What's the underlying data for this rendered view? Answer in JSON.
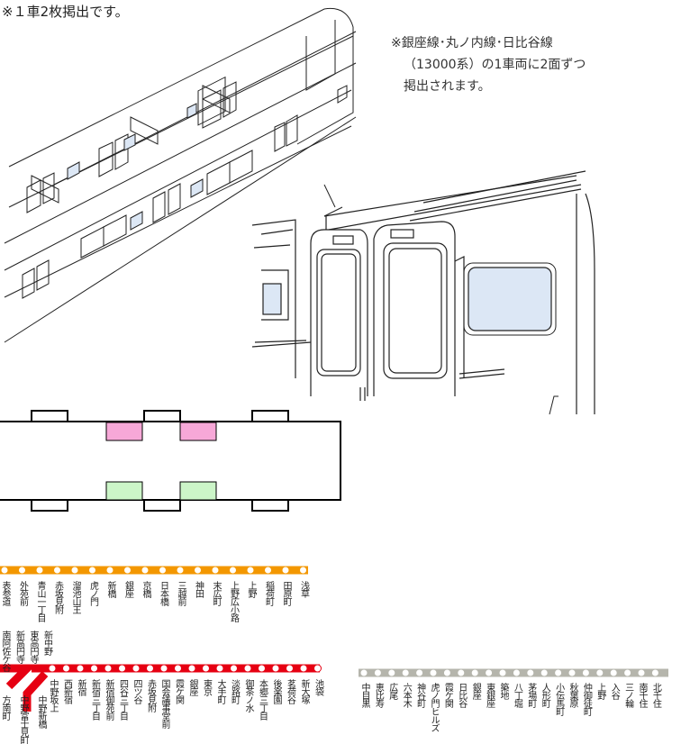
{
  "top_note": "※１車2枚掲出です。",
  "note": {
    "lines": [
      "※銀座線･丸ノ内線･日比谷線",
      "（13000系）の1車両に2面ずつ",
      "掲出されます。"
    ]
  },
  "colors": {
    "ginza": "#f39700",
    "marunouchi": "#e60012",
    "hibiya": "#b5b5ac",
    "pink_panel": "#f7a8d8",
    "green_panel": "#ccf5c8",
    "window_blue": "#dce7f5"
  },
  "lines": {
    "ginza": {
      "stations": [
        "表参道",
        "外苑前",
        "青山一丁目",
        "赤坂見附",
        "溜池山王",
        "虎ノ門",
        "新橋",
        "銀座",
        "京橋",
        "日本橋",
        "三越前",
        "神田",
        "末広町",
        "上野広小路",
        "上野",
        "稲荷町",
        "田原町",
        "浅草"
      ]
    },
    "marunouchi": {
      "branch": [
        "方南町",
        "中野富士見町",
        "中野新橋"
      ],
      "west": [
        "南阿佐ケ谷",
        "新高円寺",
        "東高円寺",
        "新中野"
      ],
      "stations": [
        "中野坂上",
        "西新宿",
        "新宿",
        "新宿三丁目",
        "新宿御苑前",
        "四谷三丁目",
        "四ツ谷",
        "赤坂見附",
        "国会議事堂前",
        "霞ケ関",
        "銀座",
        "東京",
        "大手町",
        "淡路町",
        "御茶ノ水",
        "本郷三丁目",
        "後楽園",
        "茗荷谷",
        "新大塚",
        "池袋"
      ]
    },
    "hibiya": {
      "stations": [
        "中目黒",
        "恵比寿",
        "広尾",
        "六本木",
        "神谷町",
        "虎ノ門ヒルズ",
        "霞ケ関",
        "日比谷",
        "銀座",
        "東銀座",
        "築地",
        "八丁堀",
        "茅場町",
        "人形町",
        "小伝馬町",
        "秋葉原",
        "仲御徒町",
        "上野",
        "入谷",
        "三ノ輪",
        "南千住",
        "北千住"
      ]
    }
  }
}
